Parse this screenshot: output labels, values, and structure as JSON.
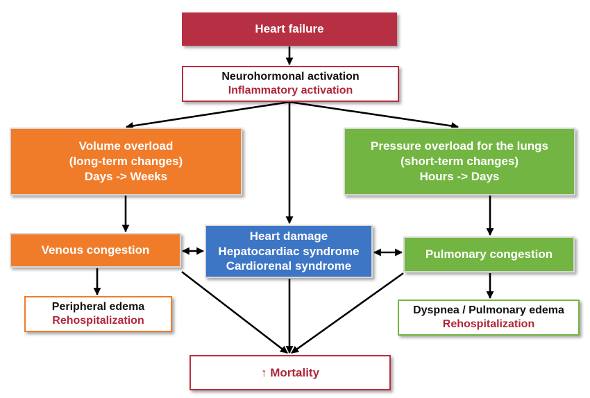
{
  "diagram": {
    "heart_failure": "Heart failure",
    "activation": {
      "line1": "Neurohormonal activation",
      "line2": "Inflammatory activation"
    },
    "volume_overload": {
      "line1": "Volume overload",
      "line2": "(long-term changes)",
      "line3": "Days -> Weeks"
    },
    "pressure_overload": {
      "line1": "Pressure overload for the lungs",
      "line2": "(short-term changes)",
      "line3": "Hours -> Days"
    },
    "venous_congestion": "Venous congestion",
    "heart_damage": {
      "line1": "Heart damage",
      "line2": "Hepatocardiac syndrome",
      "line3": "Cardiorenal syndrome"
    },
    "pulmonary_congestion": "Pulmonary congestion",
    "peripheral": {
      "line1": "Peripheral edema",
      "line2": "Rehospitalization"
    },
    "dyspnea": {
      "line1": "Dyspnea / Pulmonary edema",
      "line2": "Rehospitalization"
    },
    "mortality": {
      "arrow": "↑",
      "label": "Mortality"
    }
  },
  "colors": {
    "heart_failure": "#b72f42",
    "volume": "#f07c2a",
    "pressure": "#73b542",
    "damage": "#3e76c6",
    "emphasis_text": "#b0263a"
  }
}
